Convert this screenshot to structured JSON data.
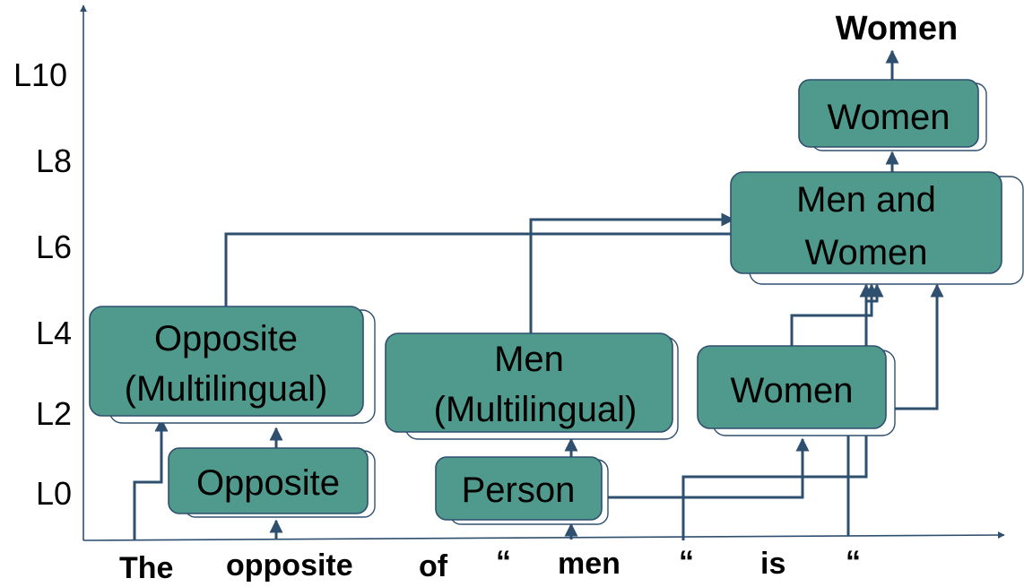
{
  "layer_labels": [
    "L10",
    "L8",
    "L6",
    "L4",
    "L2",
    "L0"
  ],
  "tokens": [
    "The",
    "opposite",
    "of",
    "“",
    "men",
    "“",
    "is",
    "“"
  ],
  "output_label": "Women",
  "nodes": {
    "opposite": "Opposite",
    "opposite_multilingual": [
      "Opposite",
      "(Multilingual)"
    ],
    "person": "Person",
    "men_multilingual": [
      "Men",
      "(Multilingual)"
    ],
    "women_mid": "Women",
    "men_and_women": [
      "Men and",
      "Women"
    ],
    "women_top": "Women"
  },
  "colors": {
    "node_fill": "#4f9a8c",
    "edge": "#2f4f6f",
    "text": "#000000"
  }
}
